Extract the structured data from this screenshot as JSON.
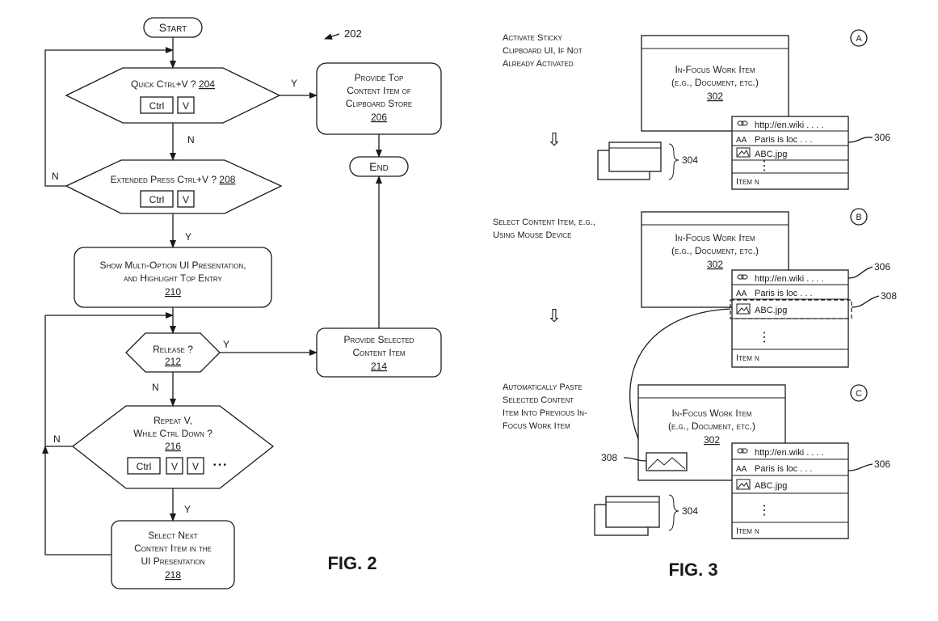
{
  "fig2": {
    "caption": "FIG. 2",
    "ref": "202",
    "start": "Start",
    "end": "End",
    "d204": {
      "label": "Quick Ctrl+V ?",
      "ref": "204"
    },
    "d208": {
      "label": "Extended Press Ctrl+V ?",
      "ref": "208"
    },
    "d212": {
      "label": "Release ?",
      "ref": "212"
    },
    "d216": {
      "line1": "Repeat V,",
      "line2": "While Ctrl Down ?",
      "ref": "216"
    },
    "p206": {
      "line1": "Provide Top",
      "line2": "Content Item of",
      "line3": "Clipboard Store",
      "ref": "206"
    },
    "p210": {
      "line1": "Show Multi-Option UI Presentation,",
      "line2": "and Highlight Top Entry",
      "ref": "210"
    },
    "p214": {
      "line1": "Provide Selected",
      "line2": "Content Item",
      "ref": "214"
    },
    "p218": {
      "line1": "Select Next",
      "line2": "Content Item in the",
      "line3": "UI Presentation",
      "ref": "218"
    },
    "keys": {
      "ctrl": "Ctrl",
      "v": "V",
      "ellipsis": "• • •"
    },
    "y": "Y",
    "n": "N"
  },
  "fig3": {
    "caption": "FIG. 3",
    "step_a": {
      "badge": "A",
      "line1": "Activate Sticky",
      "line2": "Clipboard UI, If Not",
      "line3": "Already Activated"
    },
    "step_b": {
      "badge": "B",
      "line1": "Select Content Item, e.g.,",
      "line2": "Using Mouse Device"
    },
    "step_c": {
      "badge": "C",
      "line1": "Automatically Paste",
      "line2": "Selected Content",
      "line3": "Item Into Previous In-",
      "line4": "Focus Work Item"
    },
    "work_item": {
      "line1": "In-Focus Work Item",
      "line2": "(e.g., Document, etc.)",
      "ref": "302"
    },
    "clip_items": [
      "http://en.wiki . . . .",
      "Paris is loc . . .",
      "ABC.jpg",
      "Item n"
    ],
    "glyphs": {
      "link": "link-icon",
      "text": "AA",
      "image": "image-icon"
    },
    "refs": {
      "r304": "304",
      "r306": "306",
      "r308": "308"
    },
    "arrow": "⇩",
    "vdots": "⋮"
  }
}
